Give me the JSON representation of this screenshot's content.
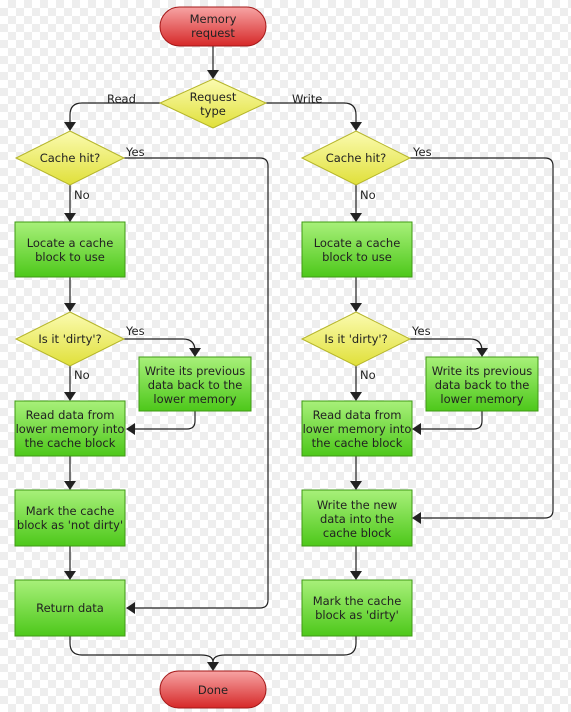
{
  "diagram": {
    "nodes": [
      {
        "id": "memory_request",
        "shape": "terminal",
        "lines": [
          "Memory",
          "request"
        ]
      },
      {
        "id": "request_type",
        "shape": "decision",
        "lines": [
          "Request",
          "type"
        ]
      },
      {
        "id": "read_cache_hit",
        "shape": "decision",
        "lines": [
          "Cache hit?"
        ]
      },
      {
        "id": "read_locate",
        "shape": "process",
        "lines": [
          "Locate a cache",
          "block to use"
        ]
      },
      {
        "id": "read_dirty",
        "shape": "decision",
        "lines": [
          "Is it 'dirty'?"
        ]
      },
      {
        "id": "read_writeback",
        "shape": "process",
        "lines": [
          "Write its previous",
          "data back to the",
          "lower memory"
        ]
      },
      {
        "id": "read_data",
        "shape": "process",
        "lines": [
          "Read data from",
          "lower memory into",
          "the cache block"
        ]
      },
      {
        "id": "read_mark",
        "shape": "process",
        "lines": [
          "Mark the cache",
          "block as 'not dirty'"
        ]
      },
      {
        "id": "return_data",
        "shape": "process",
        "lines": [
          "Return data"
        ]
      },
      {
        "id": "write_cache_hit",
        "shape": "decision",
        "lines": [
          "Cache hit?"
        ]
      },
      {
        "id": "write_locate",
        "shape": "process",
        "lines": [
          "Locate a cache",
          "block to use"
        ]
      },
      {
        "id": "write_dirty",
        "shape": "decision",
        "lines": [
          "Is it 'dirty'?"
        ]
      },
      {
        "id": "write_writeback",
        "shape": "process",
        "lines": [
          "Write its previous",
          "data back to the",
          "lower memory"
        ]
      },
      {
        "id": "write_read_data",
        "shape": "process",
        "lines": [
          "Read data from",
          "lower memory into",
          "the cache block"
        ]
      },
      {
        "id": "write_new_data",
        "shape": "process",
        "lines": [
          "Write the new",
          "data into the",
          "cache block"
        ]
      },
      {
        "id": "write_mark",
        "shape": "process",
        "lines": [
          "Mark the cache",
          "block as 'dirty'"
        ]
      },
      {
        "id": "done",
        "shape": "terminal",
        "lines": [
          "Done"
        ]
      }
    ],
    "edge_labels": {
      "read": "Read",
      "write": "Write",
      "read_hit_yes": "Yes",
      "read_hit_no": "No",
      "read_dirty_yes": "Yes",
      "read_dirty_no": "No",
      "write_hit_yes": "Yes",
      "write_hit_no": "No",
      "write_dirty_yes": "Yes",
      "write_dirty_no": "No"
    },
    "colors": {
      "terminal_top": "#f7a4a4",
      "terminal_bottom": "#d62828",
      "terminal_stroke": "#a31818",
      "decision_top": "#fbfbb0",
      "decision_bottom": "#e0e03a",
      "decision_stroke": "#b5b52a",
      "process_top": "#a8f07a",
      "process_bottom": "#4dc81a",
      "process_stroke": "#3f9a14",
      "connector": "#222222"
    }
  }
}
